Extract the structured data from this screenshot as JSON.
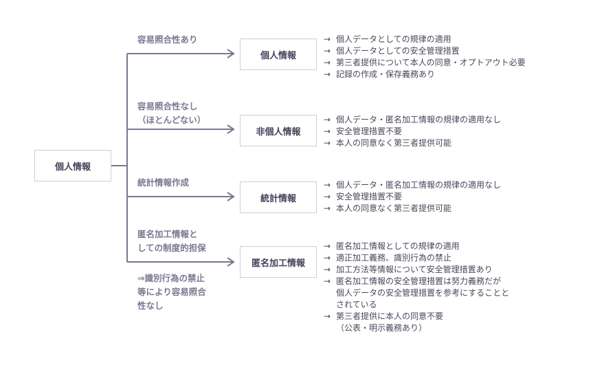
{
  "root": {
    "label": "個人情報"
  },
  "colors": {
    "line": "#7a7691",
    "box_border": "#cfcdd6",
    "label": "#7c7791",
    "text": "#4a4658"
  },
  "branches": [
    {
      "condition": [
        "容易照合性あり"
      ],
      "result": "個人情報",
      "notes": [
        [
          "個人データとしての規律の適用"
        ],
        [
          "個人データとしての安全管理措置"
        ],
        [
          "第三者提供について本人の同意・オプトアウト必要"
        ],
        [
          "記録の作成・保存義務あり"
        ]
      ]
    },
    {
      "condition": [
        "容易照合性なし",
        "（ほとんどない）"
      ],
      "result": "非個人情報",
      "notes": [
        [
          "個人データ・匿名加工情報の規律の適用なし"
        ],
        [
          "安全管理措置不要"
        ],
        [
          "本人の同意なく第三者提供可能"
        ]
      ]
    },
    {
      "condition": [
        "統計情報作成"
      ],
      "result": "統計情報",
      "notes": [
        [
          "個人データ・匿名加工情報の規律の適用なし"
        ],
        [
          "安全管理措置不要"
        ],
        [
          "本人の同意なく第三者提供可能"
        ]
      ]
    },
    {
      "condition": [
        "匿名加工情報と",
        "しての制度的担保"
      ],
      "sub_condition": [
        "⇒識別行為の禁止",
        "等により容易照合",
        "性なし"
      ],
      "result": "匿名加工情報",
      "notes": [
        [
          "匿名加工情報としての規律の適用"
        ],
        [
          "適正加工義務、識別行為の禁止"
        ],
        [
          "加工方法等情報について安全管理措置あり"
        ],
        [
          "匿名加工情報の安全管理措置は努力義務だが",
          "個人データの安全管理措置を参考にすることと",
          "されている"
        ],
        [
          "第三者提供に本人の同意不要",
          "（公表・明示義務あり）"
        ]
      ]
    }
  ]
}
